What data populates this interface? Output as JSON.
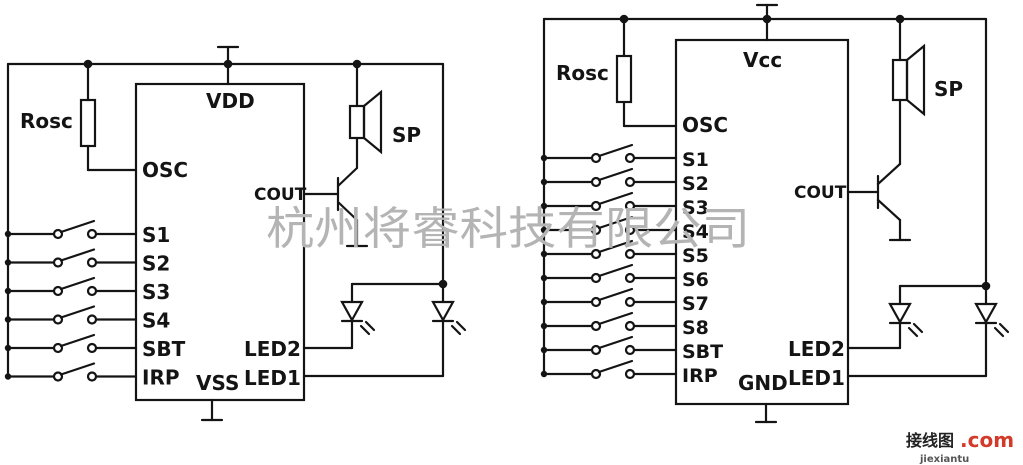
{
  "colors": {
    "ink": "#141414",
    "watermark": "#b4b4b4",
    "brand_red": "#d23a2a",
    "brand_dark": "#222222"
  },
  "left_circuit": {
    "chip": {
      "supply": "VDD",
      "ground": "VSS",
      "osc": "OSC",
      "cout": "COUT",
      "led2": "LED2",
      "led1": "LED1"
    },
    "resistor": "Rosc",
    "speaker": "SP",
    "inputs": [
      "S1",
      "S2",
      "S3",
      "S4",
      "SBT",
      "IRP"
    ]
  },
  "right_circuit": {
    "chip": {
      "supply": "Vcc",
      "ground": "GND",
      "osc": "OSC",
      "cout": "COUT",
      "led2": "LED2",
      "led1": "LED1"
    },
    "resistor": "Rosc",
    "speaker": "SP",
    "inputs": [
      "S1",
      "S2",
      "S3",
      "S4",
      "S5",
      "S6",
      "S7",
      "S8",
      "SBT",
      "IRP"
    ]
  },
  "watermark": "杭州将睿科技有限公司",
  "brand": {
    "chinese": "接线图",
    "suffix": ".com",
    "domain": "jiexiantu"
  }
}
